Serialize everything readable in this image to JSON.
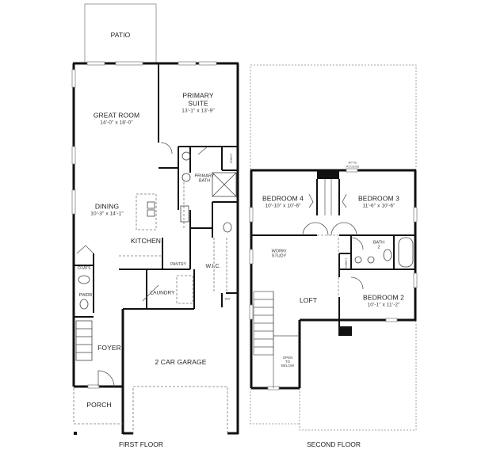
{
  "first_floor": {
    "title": "FIRST FLOOR",
    "rooms": {
      "patio": {
        "name": "PATIO"
      },
      "great_room": {
        "name": "GREAT ROOM",
        "dim": "14'-0\" x 18'-0\""
      },
      "primary_suite": {
        "name_line1": "PRIMARY",
        "name_line2": "SUITE",
        "dim": "13'-1\" x 13'-9\""
      },
      "primary_bath": {
        "name_line1": "PRIMARY",
        "name_line2": "BATH"
      },
      "linen": {
        "name": "LINEN"
      },
      "dining": {
        "name": "DINING",
        "dim": "10'-3\" x 14'-1\""
      },
      "kitchen": {
        "name": "KITCHEN"
      },
      "pantry": {
        "name": "PANTRY"
      },
      "wic": {
        "name": "W.I.C."
      },
      "coats": {
        "name": "COATS"
      },
      "pwdr": {
        "name": "PWDR"
      },
      "laundry": {
        "name": "LAUNDRY"
      },
      "foyer": {
        "name": "FOYER"
      },
      "garage": {
        "name": "2 CAR GARAGE"
      },
      "porch": {
        "name": "PORCH"
      },
      "wh": {
        "name": "WH"
      }
    }
  },
  "second_floor": {
    "title": "SECOND FLOOR",
    "rooms": {
      "attic": {
        "line1": "ATTIC",
        "line2": "ACCESS"
      },
      "bedroom4": {
        "name": "BEDROOM 4",
        "dim": "10'-10\" x 10'-6\""
      },
      "bedroom3": {
        "name": "BEDROOM 3",
        "dim": "11'-6\" x 10'-6\""
      },
      "bath2": {
        "name_line1": "BATH",
        "name_line2": "2"
      },
      "linen": {
        "name": "LINEN"
      },
      "work_study": {
        "name_line1": "WORK/",
        "name_line2": "STUDY"
      },
      "loft": {
        "name": "LOFT"
      },
      "bedroom2": {
        "name": "BEDROOM 2",
        "dim": "10'-1\" x 11'-2\""
      },
      "open_below": {
        "line1": "OPEN",
        "line2": "TO",
        "line3": "BELOW"
      }
    }
  }
}
